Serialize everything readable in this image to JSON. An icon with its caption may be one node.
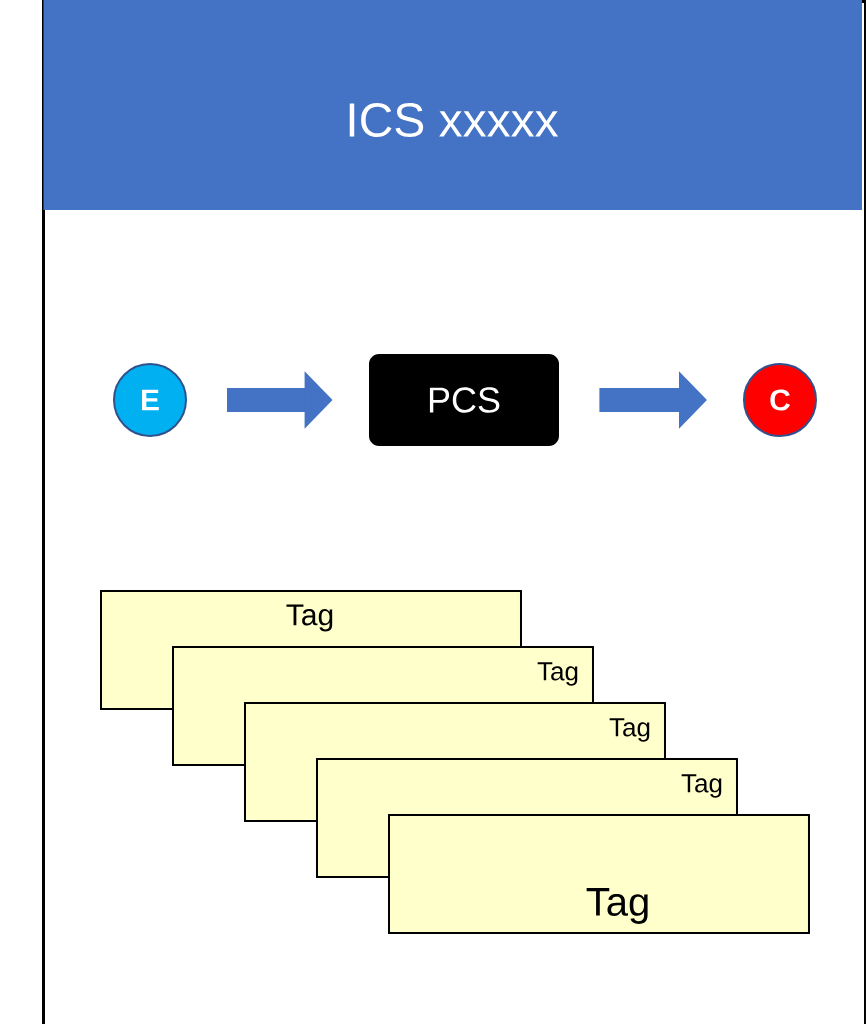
{
  "diagram": {
    "nodes": [
      {
        "text": [
          "ICS xxxxx"
        ]
      },
      {
        "text": [
          "E"
        ],
        "in": 0
      },
      {
        "text": [
          "PCS"
        ],
        "in": 0
      },
      {
        "text": [
          "C"
        ],
        "in": 0
      },
      {
        "text": [
          "Tag"
        ],
        "in": 0
      },
      {
        "text": [
          "Tag"
        ],
        "in": 0
      },
      {
        "text": [
          "Tag"
        ],
        "in": 0
      },
      {
        "text": [
          "Tag"
        ],
        "in": 0
      },
      {
        "text": [
          "Tag"
        ],
        "in": 0
      }
    ],
    "edges": [
      {
        "from": 1,
        "to": 2,
        "arrow": "to"
      },
      {
        "from": 2,
        "to": 3,
        "arrow": "to"
      }
    ]
  }
}
